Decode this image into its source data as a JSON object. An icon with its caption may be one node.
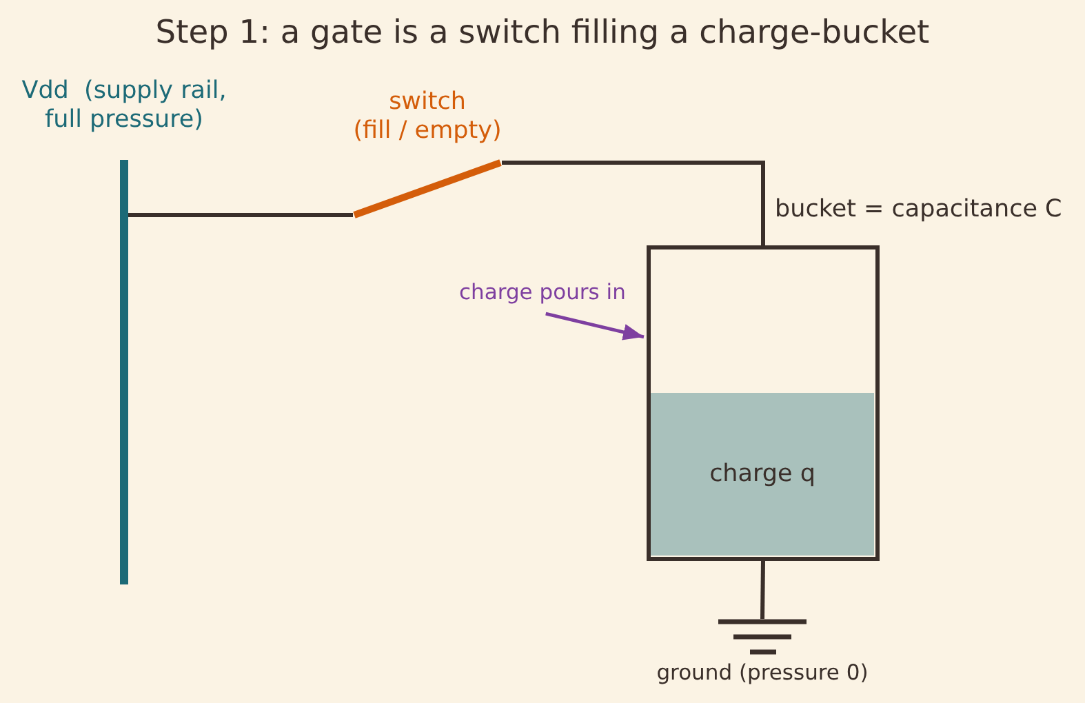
{
  "diagram": {
    "title": "Step 1: a gate is a switch filling a charge-bucket",
    "nodes": [
      {
        "text": [],
        "shape": "bar",
        "beside": [
          "Vdd  (supply rail, full pressure)"
        ]
      },
      {
        "text": [],
        "shape": "line",
        "beside": [
          "switch (fill / empty)"
        ]
      },
      {
        "text": [],
        "shape": "box",
        "beside": [
          "bucket = capacitance C"
        ]
      },
      {
        "text": [
          "charge q"
        ],
        "in": 2
      },
      {
        "text": [
          "charge pours in"
        ]
      },
      {
        "text": [],
        "shape": "ground",
        "beside": [
          "ground (pressure 0)"
        ]
      }
    ],
    "edges": [
      {
        "from": 0,
        "to": 1,
        "arrow": "none"
      },
      {
        "from": 1,
        "to": 2,
        "arrow": "none"
      },
      {
        "from": 4,
        "to": 2,
        "arrow": "to",
        "color": "#7e3fa0"
      },
      {
        "from": 2,
        "to": 5,
        "arrow": "none"
      }
    ]
  }
}
